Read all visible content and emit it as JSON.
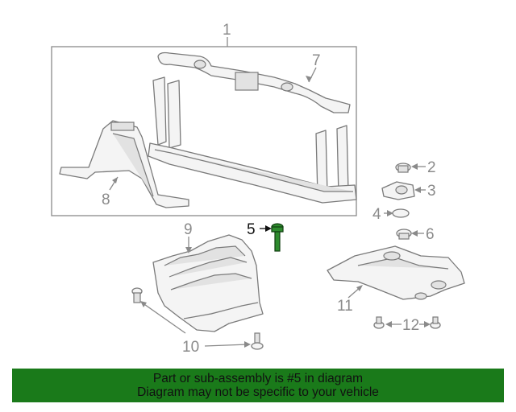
{
  "diagram": {
    "callouts": {
      "c1": "1",
      "c2": "2",
      "c3": "3",
      "c4": "4",
      "c5": "5",
      "c6": "6",
      "c7": "7",
      "c8": "8",
      "c9": "9",
      "c10": "10",
      "c11": "11",
      "c12": "12"
    },
    "highlighted_part": "5",
    "colors": {
      "line": "#7a7a7a",
      "callout_text": "#8a8a8a",
      "highlight": "#111111",
      "highlighted_part": "#2e8b2e",
      "banner": "#1a7a1a"
    }
  },
  "banner": {
    "line1": "Part or sub-assembly is #5 in diagram",
    "line2": "Diagram may not be specific to your vehicle"
  }
}
